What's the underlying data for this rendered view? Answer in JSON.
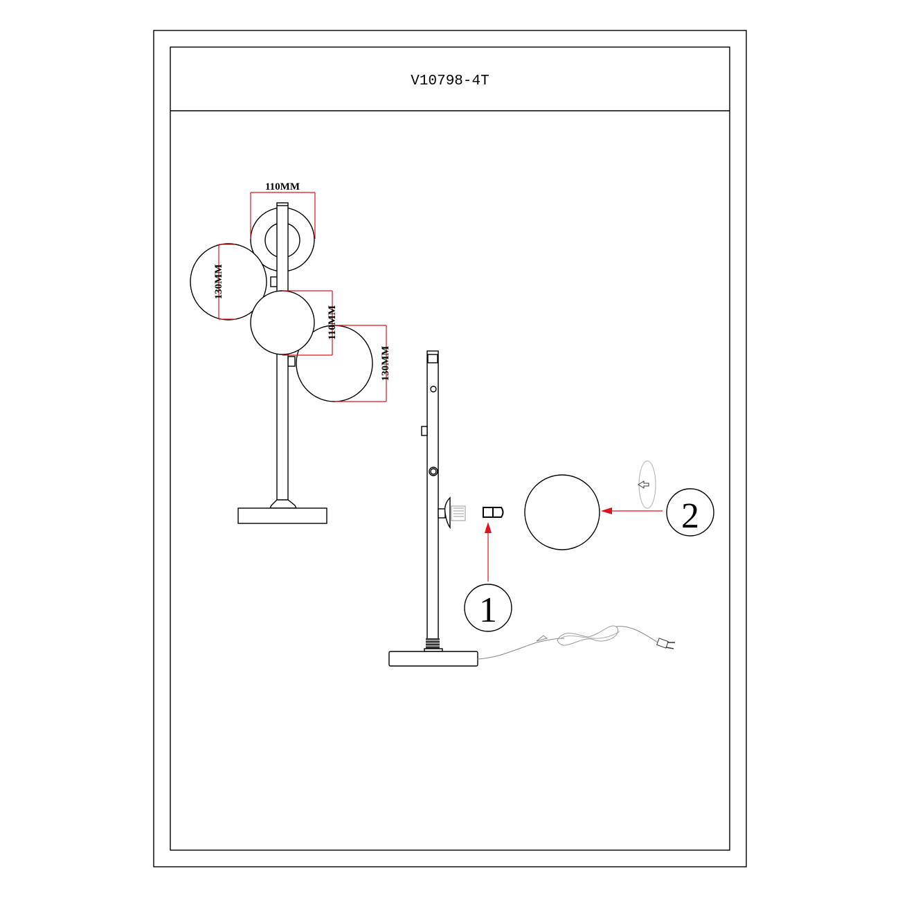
{
  "title": "V10798-4T",
  "dimensions": {
    "top_globe_width": "110MM",
    "left_globe_height": "130MM",
    "middle_globe_height": "110MM",
    "right_globe_height": "130MM"
  },
  "steps": {
    "step1": "1",
    "step2": "2"
  },
  "colors": {
    "dimension": "#e0121b",
    "arrow": "#e0121b",
    "line": "#000000"
  }
}
